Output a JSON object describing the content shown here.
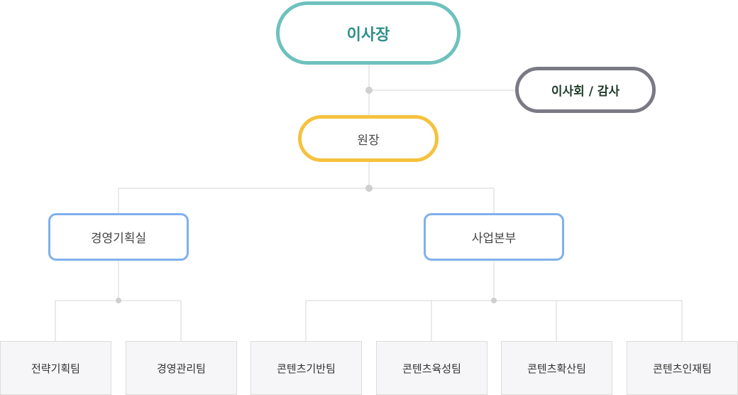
{
  "chart": {
    "chairman": "이사장",
    "board_audit": "이사회 / 감사",
    "director": "원장",
    "departments": [
      {
        "name": "경영기획실",
        "teams": [
          "전략기획팀",
          "경영관리팀"
        ]
      },
      {
        "name": "사업본부",
        "teams": [
          "콘텐츠기반팀",
          "콘텐츠육성팀",
          "콘텐츠확산팀",
          "콘텐츠인재팀"
        ]
      }
    ]
  },
  "colors": {
    "chairman_border": "#6ec1bd",
    "chairman_text": "#2f8f8b",
    "board_border": "#7a7a85",
    "director_border": "#f5c23e",
    "department_border": "#7fb0ec",
    "team_background": "#f6f6f8",
    "connector": "#d4d4d4"
  }
}
